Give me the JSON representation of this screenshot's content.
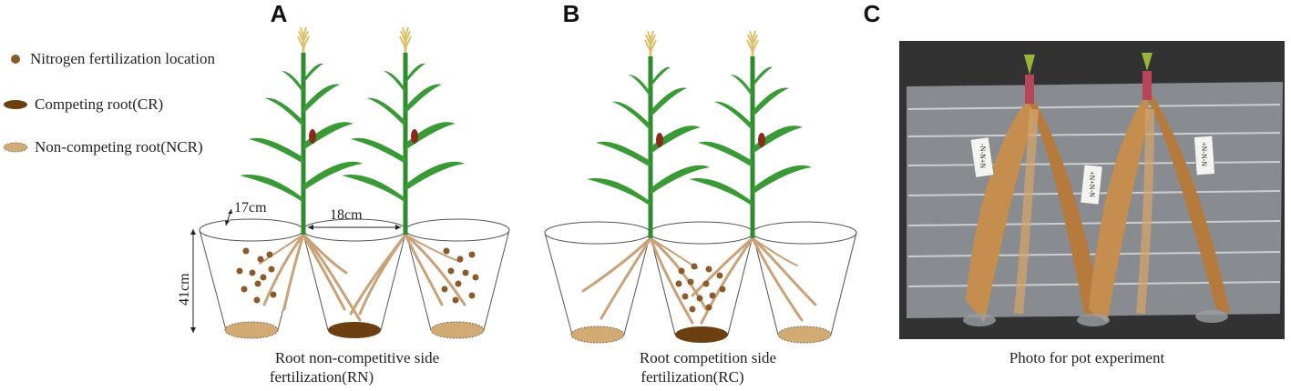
{
  "panels": {
    "a": {
      "letter": "A",
      "caption_line1": "Root non-competitive side",
      "caption_line2": "fertilization(RN)"
    },
    "b": {
      "letter": "B",
      "caption_line1": "Root competition side",
      "caption_line2": "fertilization(RC)"
    },
    "c": {
      "letter": "C",
      "caption": "Photo for pot experiment"
    }
  },
  "legend": {
    "items": [
      {
        "label": "Nitrogen fertilization location",
        "color": "#8b5a2b"
      },
      {
        "label": "Competing root(CR)",
        "color": "#6b3f10"
      },
      {
        "label": "Non-competing root(NCR)",
        "color": "#d2ab74"
      }
    ]
  },
  "dimensions": {
    "pot_top_diameter": "17cm",
    "plant_spacing": "18cm",
    "pot_height": "41cm"
  },
  "photo_tags": [
    "-N-N+N",
    "+N+N-N",
    "+N-N-N"
  ],
  "colors": {
    "leaf": "#3a9a35",
    "stem": "#2e8b2e",
    "tassel": "#d9c26a",
    "root": "#c9a27a",
    "fertilizer": "#8b5a2b",
    "competing_root": "#6b3f10",
    "noncompeting_root": "#d2ab74"
  }
}
